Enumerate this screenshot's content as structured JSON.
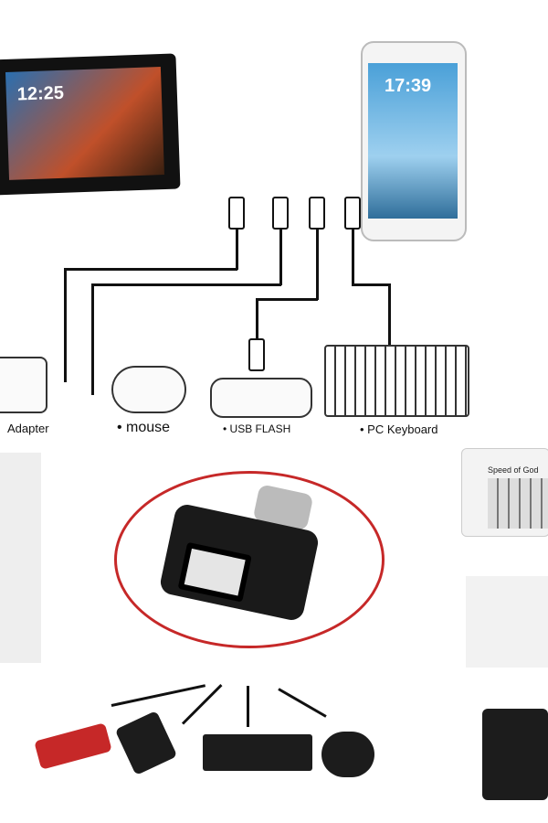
{
  "tablet": {
    "time": "12:25"
  },
  "phone": {
    "time": "17:39"
  },
  "labels": {
    "adapter": "Adapter",
    "mouse": "mouse",
    "usb_flash": "USB FLASH",
    "keyboard": "PC Keyboard"
  },
  "phone_keyboard": {
    "text": "Speed of God"
  },
  "colors": {
    "highlight_ring": "#c62828",
    "adapter": "#1a1a1a"
  }
}
